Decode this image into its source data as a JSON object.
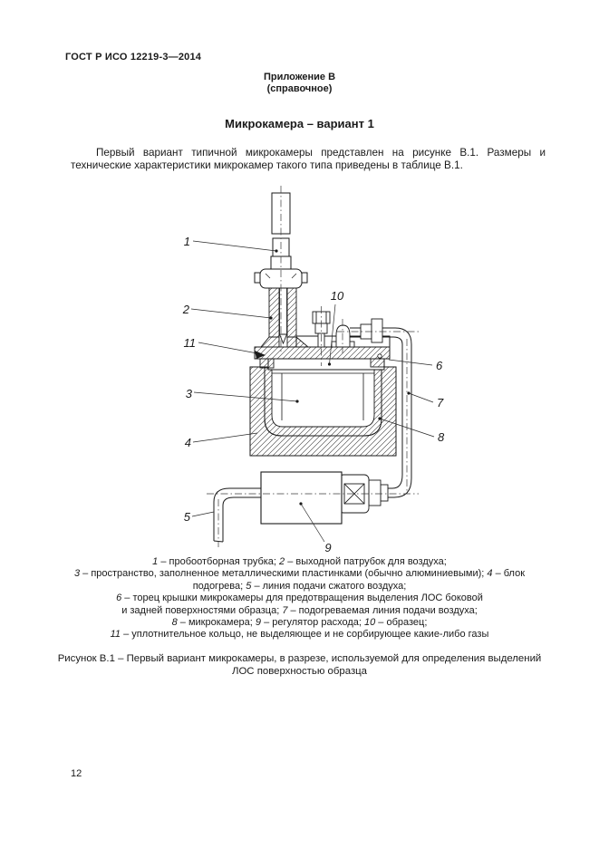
{
  "page": {
    "header": "ГОСТ Р ИСО 12219-3—2014",
    "annex": {
      "line1": "Приложение В",
      "line2": "(справочное)"
    },
    "title": "Микрокамера – вариант 1",
    "intro": "Первый вариант типичной микрокамеры представлен на рисунке В.1. Размеры и технические характеристики микрокамер такого типа приведены в таблице В.1.",
    "page_number": "12"
  },
  "figure": {
    "callouts": {
      "c1": "1",
      "c2": "2",
      "c3": "3",
      "c4": "4",
      "c5": "5",
      "c6": "6",
      "c7": "7",
      "c8": "8",
      "c9": "9",
      "c10": "10",
      "c11": "11"
    },
    "legend": [
      [
        "1",
        " – пробоотборная трубка; ",
        "2",
        " – выходной патрубок для воздуха;"
      ],
      [
        "3",
        " – пространство, заполненное металлическими пластинками (обычно алюминиевыми); ",
        "4",
        " – блок"
      ],
      [
        "подогрева; ",
        "5",
        " – линия подачи сжатого воздуха;"
      ],
      [
        "6",
        " – торец крышки микрокамеры для предотвращения выделения ЛОС боковой"
      ],
      [
        "и задней поверхностями образца; ",
        "7",
        " – подогреваемая линия подачи воздуха;"
      ],
      [
        "8",
        " – микрокамера; ",
        "9",
        " – регулятор расхода; ",
        "10",
        " – образец;"
      ],
      [
        "11",
        " – уплотнительное кольцо, не выделяющее и не сорбирующее какие-либо газы"
      ]
    ],
    "caption": {
      "line1": "Рисунок В.1 – Первый вариант микрокамеры, в разрезе, используемой для определения выделений",
      "line2": "ЛОС поверхностью образца"
    },
    "colors": {
      "ink": "#1a1a1a",
      "paper": "#ffffff"
    }
  }
}
